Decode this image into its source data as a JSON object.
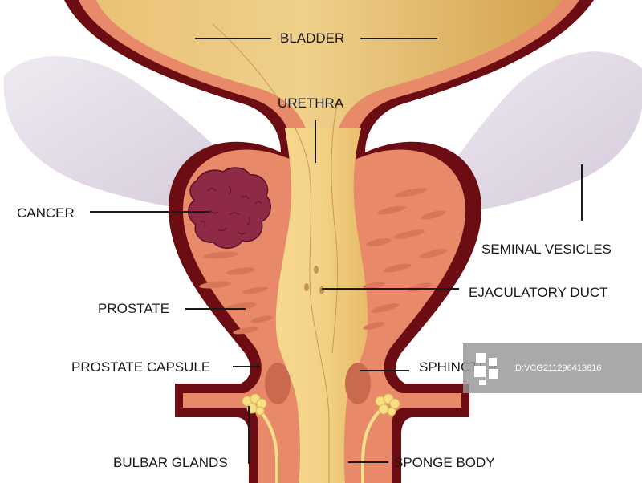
{
  "labels": {
    "bladder": "BLADDER",
    "urethra": "URETHRA",
    "cancer": "CANCER",
    "seminal_vesicles": "SEMINAL VESICLES",
    "ejaculatory_duct": "EJACULATORY DUCT",
    "prostate": "PROSTATE",
    "prostate_capsule": "PROSTATE CAPSULE",
    "sphincter": "SPHINCTER",
    "bulbar_glands": "BULBAR GLANDS",
    "sponge_body": "SPONGE BODY"
  },
  "watermark": {
    "text": "ID:VCG211296413816"
  },
  "colors": {
    "capsule": "#6b0d12",
    "tissue": "#e8896a",
    "lumen": "#f2cd7a",
    "bladder_fill": "#d9a957",
    "vesicles": "#ddd5e2",
    "cancer": "#8e2a45",
    "glands": "#f7e08a",
    "muscle": "#d97a5c"
  }
}
